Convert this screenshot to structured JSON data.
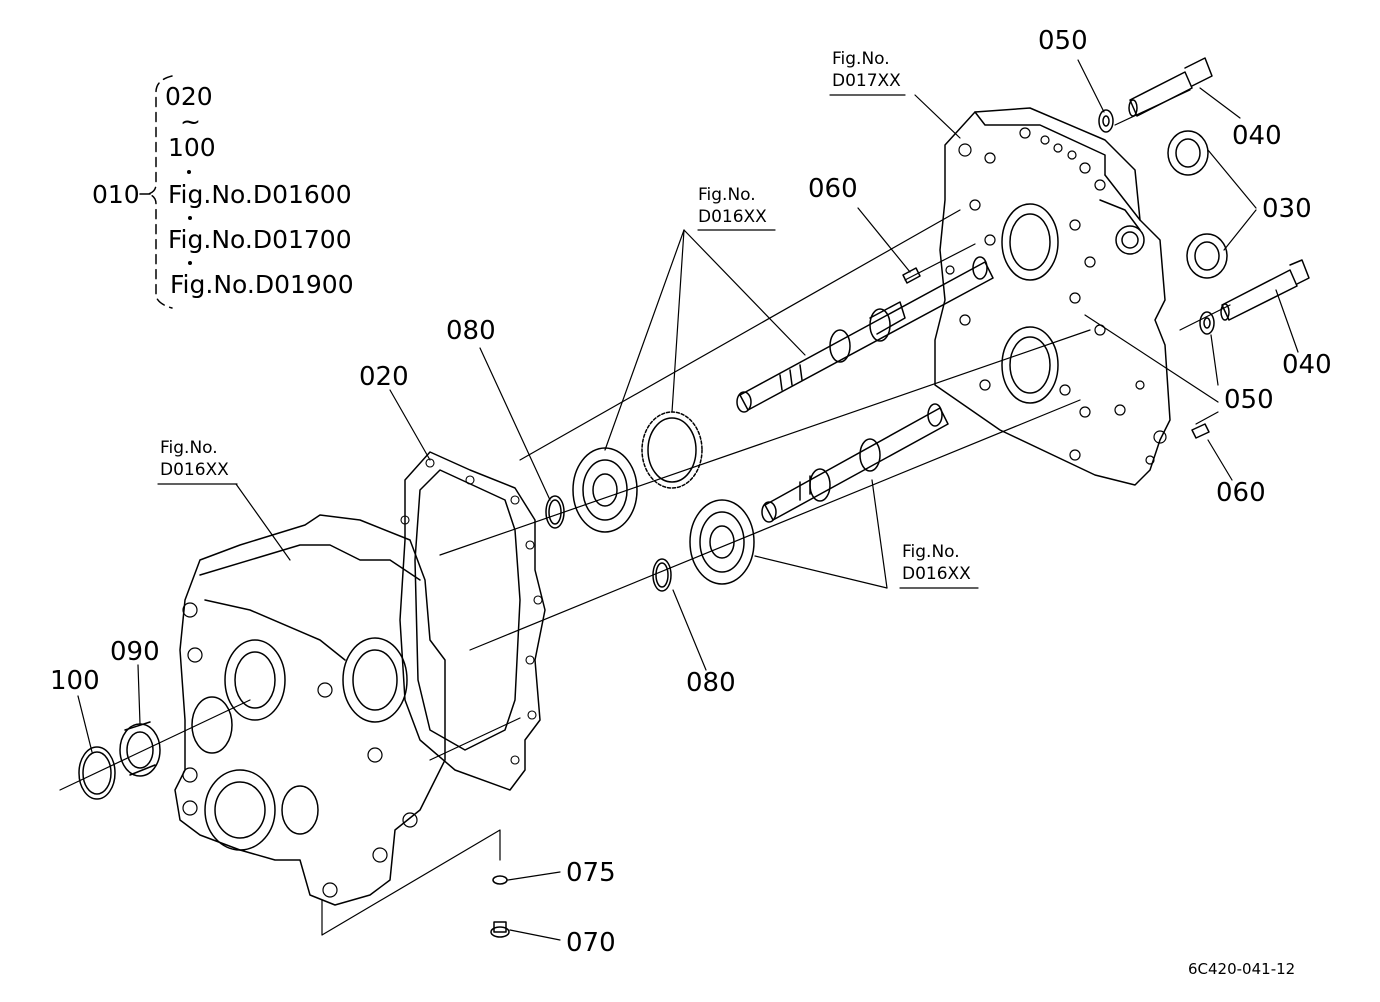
{
  "legend": {
    "parent_no": "010",
    "range_start": "020",
    "range_tilde": "~",
    "range_end": "100",
    "refs": [
      "Fig.No.D01600",
      "Fig.No.D01700",
      "Fig.No.D01900"
    ]
  },
  "fig_refs": {
    "top_right": {
      "line1": "Fig.No.",
      "line2": "D017XX"
    },
    "top_center": {
      "line1": "Fig.No.",
      "line2": "D016XX"
    },
    "left": {
      "line1": "Fig.No.",
      "line2": "D016XX"
    },
    "mid_right": {
      "line1": "Fig.No.",
      "line2": "D016XX"
    }
  },
  "part_labels": {
    "p050_top": "050",
    "p040_top": "040",
    "p030": "030",
    "p040_bottom": "040",
    "p050_bottom": "050",
    "p060_top": "060",
    "p060_bottom": "060",
    "p080_top": "080",
    "p080_bottom": "080",
    "p020": "020",
    "p090": "090",
    "p100": "100",
    "p075": "075",
    "p070": "070"
  },
  "drawing_code": "6C420-041-12"
}
